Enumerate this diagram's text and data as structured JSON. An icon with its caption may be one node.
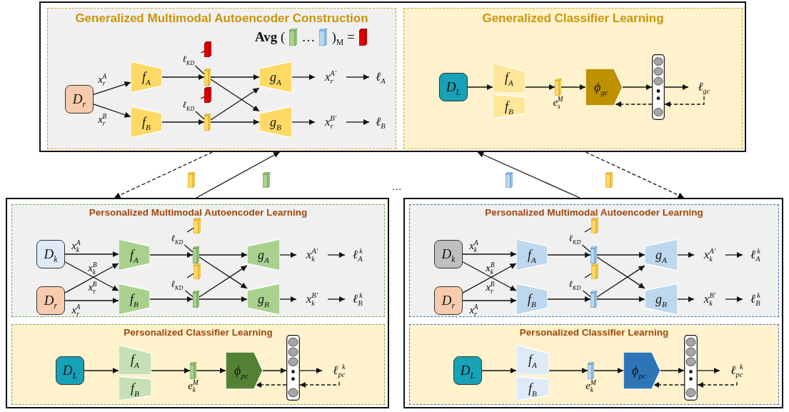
{
  "diagram": {
    "nodes": [
      {
        "text": [],
        "shape": "box"
      },
      {
        "text": [
          "Generalized Multimodal Autoencoder Construction"
        ],
        "in": 0
      },
      {
        "text": [
          "D$_{r}$"
        ],
        "in": 1
      },
      {
        "text": [
          "f$_{A}$"
        ],
        "in": 1
      },
      {
        "text": [
          "f$_{B}$"
        ],
        "in": 1
      },
      {
        "text": [],
        "shape": "bar",
        "in": 1
      },
      {
        "text": [
          "ℓ$_{KD}$"
        ],
        "in": 1
      },
      {
        "text": [],
        "shape": "bar",
        "in": 1
      },
      {
        "text": [],
        "shape": "bar",
        "in": 1
      },
      {
        "text": [
          "ℓ$_{KD}$"
        ],
        "in": 1
      },
      {
        "text": [],
        "shape": "bar",
        "in": 1
      },
      {
        "text": [
          "g$_{A}$"
        ],
        "in": 1
      },
      {
        "text": [
          "g$_{B}$"
        ],
        "in": 1
      },
      {
        "text": [
          "x$_{r}$$^{A′}$"
        ],
        "in": 1
      },
      {
        "text": [
          "ℓ$_{A}$"
        ],
        "in": 1
      },
      {
        "text": [
          "x$_{r}$$^{B′}$"
        ],
        "in": 1
      },
      {
        "text": [
          "ℓ$_{B}$"
        ],
        "in": 1
      },
      {
        "text": [
          "Generalized Classifier Learning"
        ],
        "in": 0
      },
      {
        "text": [
          "D$_{L}$"
        ],
        "in": 17
      },
      {
        "text": [
          "f$_{A}$"
        ],
        "in": 17
      },
      {
        "text": [
          "f$_{B}$"
        ],
        "in": 17
      },
      {
        "text": [],
        "shape": "bar",
        "in": 17,
        "beside": [
          "e$_{s}$$^{M}$"
        ]
      },
      {
        "text": [
          "ϕ$_{gc}$"
        ],
        "in": 17
      },
      {
        "text": [],
        "shape": "column",
        "in": 17
      },
      {
        "text": [
          "ℓ$_{gc}$"
        ],
        "in": 17
      },
      {
        "text": [],
        "shape": "box"
      },
      {
        "text": [
          "Personalized Multimodal Autoencoder Learning"
        ],
        "in": 25
      },
      {
        "text": [
          "D$_{k}$"
        ],
        "in": 26
      },
      {
        "text": [
          "D$_{r}$"
        ],
        "in": 26
      },
      {
        "text": [
          "f$_{A}$"
        ],
        "in": 26
      },
      {
        "text": [
          "f$_{B}$"
        ],
        "in": 26
      },
      {
        "text": [],
        "shape": "bar",
        "in": 26
      },
      {
        "text": [
          "ℓ$_{KD}$"
        ],
        "in": 26
      },
      {
        "text": [],
        "shape": "bar",
        "in": 26
      },
      {
        "text": [],
        "shape": "bar",
        "in": 26
      },
      {
        "text": [
          "ℓ$_{KD}$"
        ],
        "in": 26
      },
      {
        "text": [],
        "shape": "bar",
        "in": 26
      },
      {
        "text": [
          "g$_{A}$"
        ],
        "in": 26
      },
      {
        "text": [
          "g$_{B}$"
        ],
        "in": 26
      },
      {
        "text": [
          "x$_{k}$$^{A′}$"
        ],
        "in": 26
      },
      {
        "text": [
          "ℓ$_{A}$$^{k}$"
        ],
        "in": 26
      },
      {
        "text": [
          "x$_{k}$$^{B′}$"
        ],
        "in": 26
      },
      {
        "text": [
          "ℓ$_{B}$$^{k}$"
        ],
        "in": 26
      },
      {
        "text": [
          "Personalized Classifier Learning"
        ],
        "in": 25
      },
      {
        "text": [
          "D$_{L}$"
        ],
        "in": 43
      },
      {
        "text": [
          "f$_{A}$"
        ],
        "in": 43
      },
      {
        "text": [
          "f$_{B}$"
        ],
        "in": 43
      },
      {
        "text": [],
        "shape": "bar",
        "in": 43,
        "beside": [
          "e$_{k}$$^{M}$"
        ]
      },
      {
        "text": [
          "ϕ$_{pc}$"
        ],
        "in": 43
      },
      {
        "text": [],
        "shape": "column",
        "in": 43
      },
      {
        "text": [
          "ℓ$_{pc}$$^{k}$"
        ],
        "in": 43
      },
      {
        "text": [],
        "shape": "box"
      },
      {
        "text": [
          "Personalized Multimodal Autoencoder Learning"
        ],
        "in": 51
      },
      {
        "text": [
          "D$_{k}$"
        ],
        "in": 52
      },
      {
        "text": [
          "D$_{r}$"
        ],
        "in": 52
      },
      {
        "text": [
          "f$_{A}$"
        ],
        "in": 52
      },
      {
        "text": [
          "f$_{B}$"
        ],
        "in": 52
      },
      {
        "text": [],
        "shape": "bar",
        "in": 52
      },
      {
        "text": [
          "ℓ$_{KD}$"
        ],
        "in": 52
      },
      {
        "text": [],
        "shape": "bar",
        "in": 52
      },
      {
        "text": [],
        "shape": "bar",
        "in": 52
      },
      {
        "text": [
          "ℓ$_{KD}$"
        ],
        "in": 52
      },
      {
        "text": [],
        "shape": "bar",
        "in": 52
      },
      {
        "text": [
          "g$_{A}$"
        ],
        "in": 52
      },
      {
        "text": [
          "g$_{B}$"
        ],
        "in": 52
      },
      {
        "text": [
          "x$_{k}$$^{A′}$"
        ],
        "in": 52
      },
      {
        "text": [
          "ℓ$_{A}$$^{k}$"
        ],
        "in": 52
      },
      {
        "text": [
          "x$_{k}$$^{B′}$"
        ],
        "in": 52
      },
      {
        "text": [
          "ℓ$_{B}$$^{k}$"
        ],
        "in": 52
      },
      {
        "text": [
          "Personalized Classifier Learning"
        ],
        "in": 51
      },
      {
        "text": [
          "D$_{L}$"
        ],
        "in": 69
      },
      {
        "text": [
          "f$_{A}$"
        ],
        "in": 69
      },
      {
        "text": [
          "f$_{B}$"
        ],
        "in": 69
      },
      {
        "text": [],
        "shape": "bar",
        "in": 69,
        "beside": [
          "e$_{k}$$^{M}$"
        ]
      },
      {
        "text": [
          "ϕ$_{pc}$"
        ],
        "in": 69
      },
      {
        "text": [],
        "shape": "column",
        "in": 69
      },
      {
        "text": [
          "ℓ$_{pc}$$^{k}$"
        ],
        "in": 69
      }
    ],
    "edges": [
      {
        "from": 2,
        "to": 3,
        "arrow": "to",
        "label": "x$_{r}$$^{A}$"
      },
      {
        "from": 2,
        "to": 4,
        "arrow": "to",
        "label": "x$_{r}$$^{B}$"
      },
      {
        "from": 3,
        "to": 7,
        "arrow": "to"
      },
      {
        "from": 4,
        "to": 10,
        "arrow": "to"
      },
      {
        "from": 7,
        "to": 11,
        "arrow": "to"
      },
      {
        "from": 7,
        "to": 12,
        "arrow": "to"
      },
      {
        "from": 10,
        "to": 11,
        "arrow": "to"
      },
      {
        "from": 10,
        "to": 12,
        "arrow": "to"
      },
      {
        "from": 11,
        "to": 13,
        "arrow": "to"
      },
      {
        "from": 13,
        "to": 14,
        "arrow": "to"
      },
      {
        "from": 12,
        "to": 15,
        "arrow": "to"
      },
      {
        "from": 15,
        "to": 16,
        "arrow": "to"
      },
      {
        "from": 6,
        "to": 5,
        "arrow": "none"
      },
      {
        "from": 6,
        "to": 7,
        "arrow": "none"
      },
      {
        "from": 9,
        "to": 8,
        "arrow": "none"
      },
      {
        "from": 9,
        "to": 10,
        "arrow": "none"
      },
      {
        "from": 18,
        "to": 19,
        "arrow": "to"
      },
      {
        "from": 19,
        "to": 21,
        "arrow": "to"
      },
      {
        "from": 21,
        "to": 22,
        "arrow": "to"
      },
      {
        "from": 22,
        "to": 23,
        "arrow": "to"
      },
      {
        "from": 23,
        "to": 24,
        "arrow": "to"
      },
      {
        "from": 24,
        "to": 23,
        "arrow": "to",
        "style": "dashed"
      },
      {
        "from": 23,
        "to": 22,
        "arrow": "to",
        "style": "dashed"
      },
      {
        "from": 0,
        "to": 25,
        "arrow": "to",
        "style": "dashed"
      },
      {
        "from": 25,
        "to": 0,
        "arrow": "to"
      },
      {
        "from": 51,
        "to": 0,
        "arrow": "to"
      },
      {
        "from": 0,
        "to": 51,
        "arrow": "to",
        "style": "dashed"
      },
      {
        "from": 27,
        "to": 29,
        "arrow": "to",
        "label": "x$_{k}$$^{A}$"
      },
      {
        "from": 27,
        "to": 30,
        "arrow": "to",
        "label": "x$_{k}$$^{B}$"
      },
      {
        "from": 28,
        "to": 29,
        "arrow": "to",
        "label": "x$_{r}$$^{B}$"
      },
      {
        "from": 28,
        "to": 30,
        "arrow": "to",
        "label": "x$_{r}$$^{A}$"
      },
      {
        "from": 29,
        "to": 33,
        "arrow": "to"
      },
      {
        "from": 30,
        "to": 36,
        "arrow": "to"
      },
      {
        "from": 33,
        "to": 37,
        "arrow": "to"
      },
      {
        "from": 33,
        "to": 38,
        "arrow": "to"
      },
      {
        "from": 36,
        "to": 37,
        "arrow": "to"
      },
      {
        "from": 36,
        "to": 38,
        "arrow": "to"
      },
      {
        "from": 37,
        "to": 39,
        "arrow": "to"
      },
      {
        "from": 39,
        "to": 40,
        "arrow": "to"
      },
      {
        "from": 38,
        "to": 41,
        "arrow": "to"
      },
      {
        "from": 41,
        "to": 42,
        "arrow": "to"
      },
      {
        "from": 32,
        "to": 31,
        "arrow": "none"
      },
      {
        "from": 32,
        "to": 33,
        "arrow": "none"
      },
      {
        "from": 35,
        "to": 34,
        "arrow": "none"
      },
      {
        "from": 35,
        "to": 36,
        "arrow": "none"
      },
      {
        "from": 44,
        "to": 45,
        "arrow": "to"
      },
      {
        "from": 45,
        "to": 47,
        "arrow": "to"
      },
      {
        "from": 47,
        "to": 48,
        "arrow": "to"
      },
      {
        "from": 48,
        "to": 49,
        "arrow": "to"
      },
      {
        "from": 49,
        "to": 50,
        "arrow": "to"
      },
      {
        "from": 50,
        "to": 49,
        "arrow": "to",
        "style": "dashed"
      },
      {
        "from": 49,
        "to": 48,
        "arrow": "to",
        "style": "dashed"
      },
      {
        "from": 53,
        "to": 55,
        "arrow": "to",
        "label": "x$_{k}$$^{A}$"
      },
      {
        "from": 53,
        "to": 56,
        "arrow": "to",
        "label": "x$_{k}$$^{B}$"
      },
      {
        "from": 54,
        "to": 55,
        "arrow": "to",
        "label": "x$_{r}$$^{B}$"
      },
      {
        "from": 54,
        "to": 56,
        "arrow": "to",
        "label": "x$_{r}$$^{A}$"
      },
      {
        "from": 55,
        "to": 59,
        "arrow": "to"
      },
      {
        "from": 56,
        "to": 62,
        "arrow": "to"
      },
      {
        "from": 59,
        "to": 63,
        "arrow": "to"
      },
      {
        "from": 59,
        "to": 64,
        "arrow": "to"
      },
      {
        "from": 62,
        "to": 63,
        "arrow": "to"
      },
      {
        "from": 62,
        "to": 64,
        "arrow": "to"
      },
      {
        "from": 63,
        "to": 65,
        "arrow": "to"
      },
      {
        "from": 65,
        "to": 66,
        "arrow": "to"
      },
      {
        "from": 64,
        "to": 67,
        "arrow": "to"
      },
      {
        "from": 67,
        "to": 68,
        "arrow": "to"
      },
      {
        "from": 58,
        "to": 57,
        "arrow": "none"
      },
      {
        "from": 58,
        "to": 59,
        "arrow": "none"
      },
      {
        "from": 61,
        "to": 60,
        "arrow": "none"
      },
      {
        "from": 61,
        "to": 62,
        "arrow": "none"
      },
      {
        "from": 70,
        "to": 71,
        "arrow": "to"
      },
      {
        "from": 71,
        "to": 73,
        "arrow": "to"
      },
      {
        "from": 73,
        "to": 74,
        "arrow": "to"
      },
      {
        "from": 74,
        "to": 75,
        "arrow": "to"
      },
      {
        "from": 75,
        "to": 76,
        "arrow": "to"
      },
      {
        "from": 76,
        "to": 75,
        "arrow": "to",
        "style": "dashed"
      },
      {
        "from": 75,
        "to": 74,
        "arrow": "to",
        "style": "dashed"
      }
    ],
    "labels": [
      "**Avg** (",
      "…",
      ")$_{M}$ =",
      "…"
    ]
  }
}
